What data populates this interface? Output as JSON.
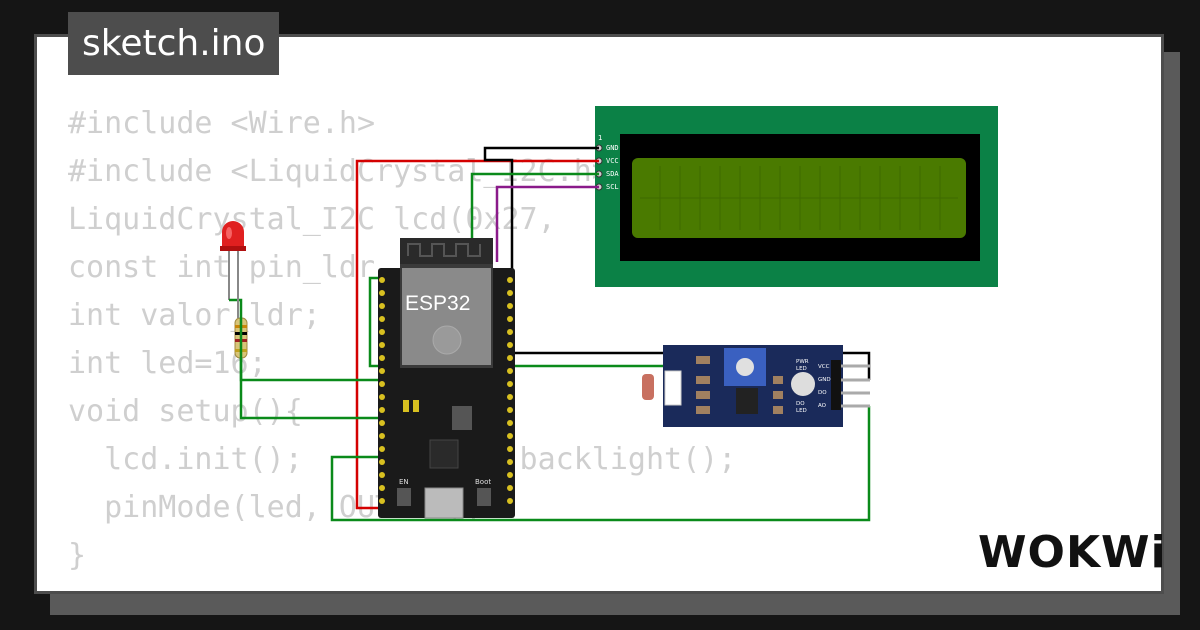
{
  "title": "sketch.ino",
  "code_lines": [
    "#include <Wire.h>",
    "#include <LiquidCrystal_I2C.h>",
    "LiquidCrystal_I2C lcd(0x27,",
    "const int pin_ldr",
    "int valor_ldr;",
    "int led=16;",
    "void setup(){",
    "  lcd.init();            backlight();",
    "  pinMode(led, OUTPUT);",
    "}"
  ],
  "board": {
    "label": "ESP32",
    "btn_en": "EN",
    "btn_boot": "Boot"
  },
  "lcd": {
    "pin_1": "1",
    "pins": [
      "GND",
      "VCC",
      "SDA",
      "SCL"
    ]
  },
  "ldr_module": {
    "labels": [
      "PWR",
      "LED",
      "DO",
      "LED"
    ],
    "pins": [
      "VCC",
      "GND",
      "DO",
      "AO"
    ]
  },
  "logo": "WOKWi",
  "colors": {
    "lcd_board": "#0b8146",
    "lcd_screen": "#4a7a00",
    "wire_red": "#d40000",
    "wire_green": "#0a8a1a",
    "wire_purple": "#8a1a8a",
    "wire_black": "#000000"
  }
}
